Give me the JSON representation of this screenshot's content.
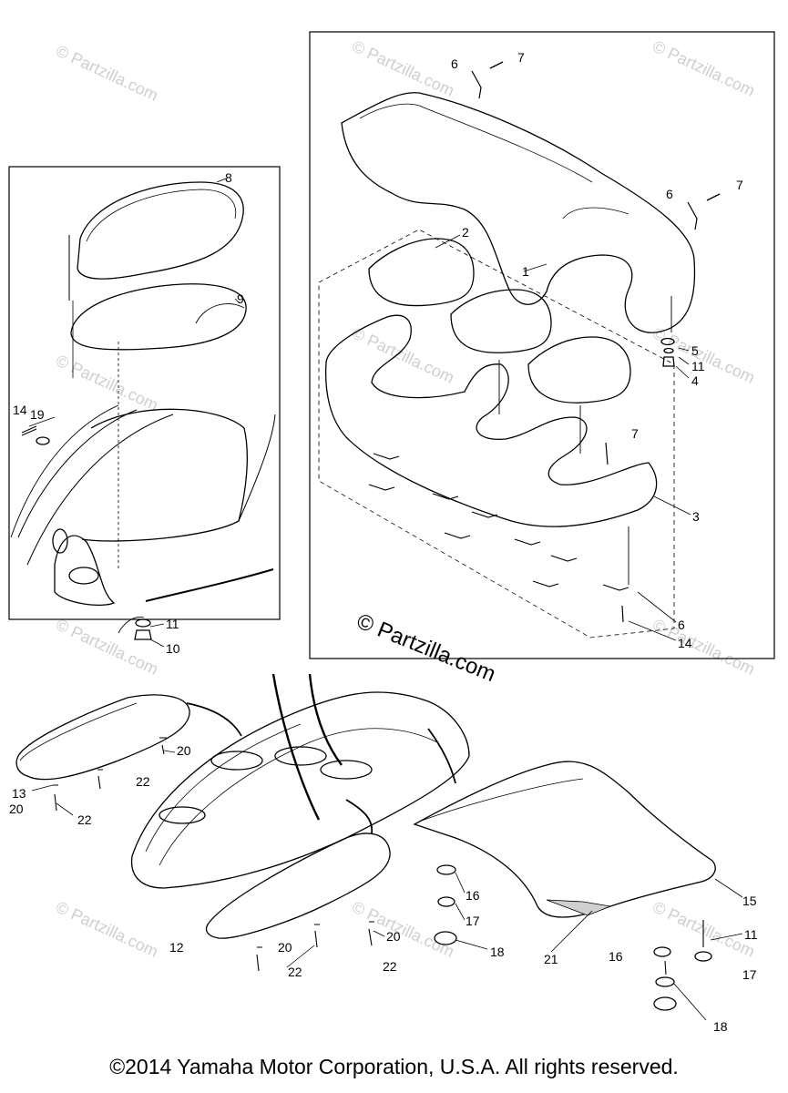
{
  "watermark": "© Partzilla.com",
  "brand_watermark": "© Partzilla.com",
  "copyright": "©2014 Yamaha Motor Corporation, U.S.A. All rights reserved.",
  "callouts": {
    "c1": "1",
    "c2": "2",
    "c3": "3",
    "c4": "4",
    "c5": "5",
    "c6a": "6",
    "c6b": "6",
    "c6c": "6",
    "c7a": "7",
    "c7b": "7",
    "c7c": "7",
    "c8": "8",
    "c9": "9",
    "c10": "10",
    "c11a": "11",
    "c11b": "11",
    "c11c": "11",
    "c12": "12",
    "c13": "13",
    "c14a": "14",
    "c14b": "14",
    "c15": "15",
    "c16a": "16",
    "c16b": "16",
    "c17a": "17",
    "c17b": "17",
    "c18a": "18",
    "c18b": "18",
    "c19": "19",
    "c20a": "20",
    "c20b": "20",
    "c20c": "20",
    "c20d": "20",
    "c21": "21",
    "c22a": "22",
    "c22b": "22",
    "c22c": "22",
    "c22d": "22"
  }
}
